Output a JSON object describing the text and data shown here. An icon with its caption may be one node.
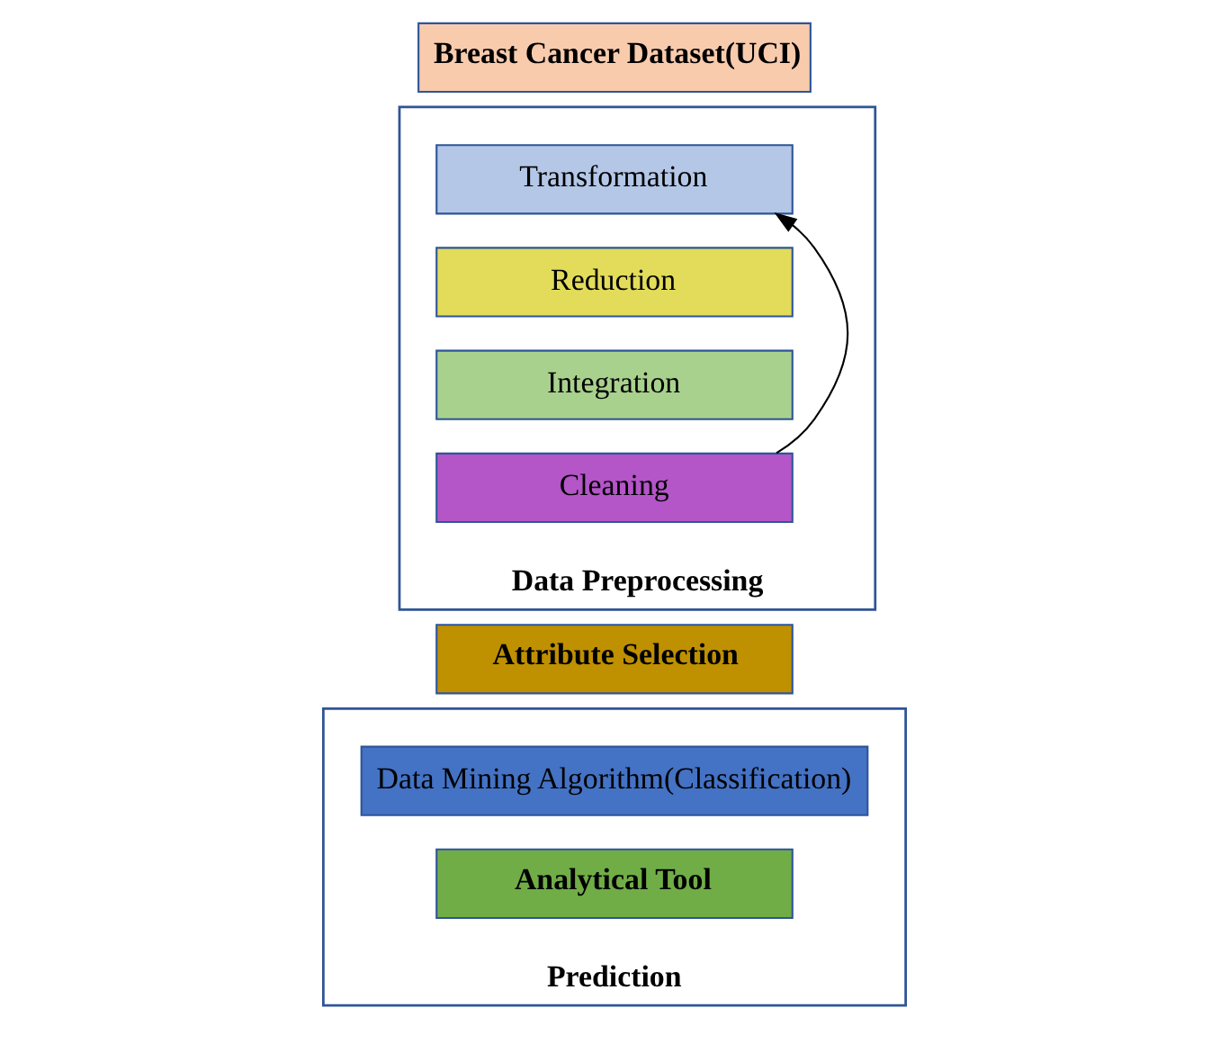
{
  "diagram": {
    "nodes": [
      {
        "text": [
          "Breast Cancer Dataset(UCI)"
        ]
      },
      {
        "text": [
          "Data Preprocessing"
        ]
      },
      {
        "text": [
          "Transformation"
        ],
        "in": 1
      },
      {
        "text": [
          "Reduction"
        ],
        "in": 1
      },
      {
        "text": [
          "Integration"
        ],
        "in": 1
      },
      {
        "text": [
          "Cleaning"
        ],
        "in": 1
      },
      {
        "text": [
          "Attribute Selection"
        ]
      },
      {
        "text": [
          "Prediction"
        ]
      },
      {
        "text": [
          "Data Mining Algorithm(Classification)"
        ],
        "in": 7
      },
      {
        "text": [
          "Analytical Tool"
        ],
        "in": 7
      }
    ],
    "edges": [
      {
        "from": 5,
        "to": 2,
        "arrow": "to"
      }
    ]
  }
}
